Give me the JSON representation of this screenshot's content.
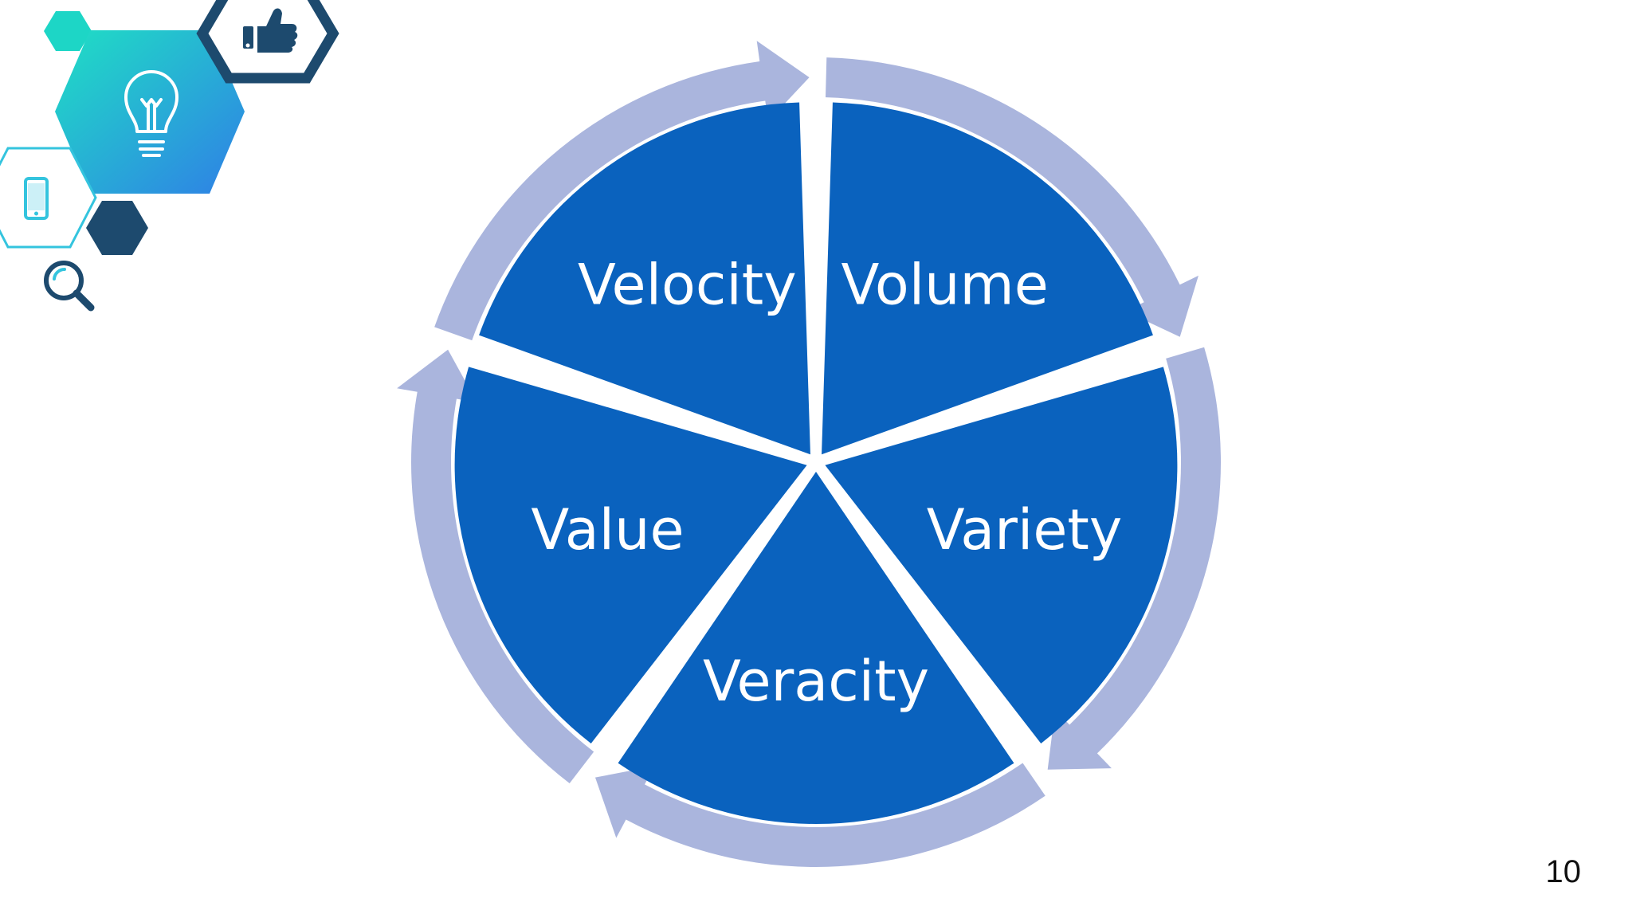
{
  "diagram": {
    "segments": [
      {
        "label": "Volume"
      },
      {
        "label": "Variety"
      },
      {
        "label": "Veracity"
      },
      {
        "label": "Value"
      },
      {
        "label": "Velocity"
      }
    ]
  },
  "decor": {
    "icons": [
      "thumbs-up-icon",
      "lightbulb-icon",
      "mobile-phone-icon",
      "magnifier-icon"
    ]
  },
  "page_number": "10",
  "colors": {
    "segment_fill": "#0a62be",
    "ring_arrow": "#aab5dd",
    "hex_teal": "#1dd6c6",
    "hex_blue": "#2f92e4",
    "hex_navy": "#1d4a6e",
    "hex_outline_cyan": "#34c4de",
    "text_on_segment": "#ffffff"
  }
}
